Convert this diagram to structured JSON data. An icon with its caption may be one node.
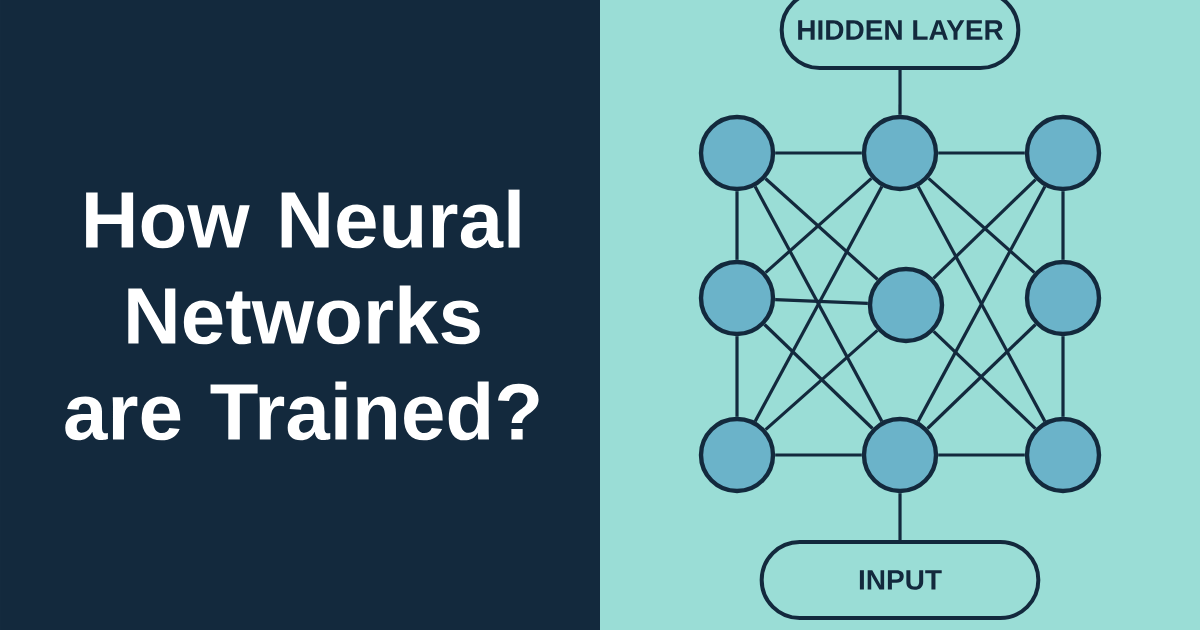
{
  "diagram": {
    "title": "How Neural Networks are Trained?",
    "nodes": [
      {
        "text": [
          "HIDDEN LAYER"
        ]
      },
      {
        "text": [],
        "shape": "circle"
      },
      {
        "text": [],
        "shape": "circle"
      },
      {
        "text": [],
        "shape": "circle"
      },
      {
        "text": [],
        "shape": "circle"
      },
      {
        "text": [],
        "shape": "circle"
      },
      {
        "text": [],
        "shape": "circle"
      },
      {
        "text": [],
        "shape": "circle"
      },
      {
        "text": [],
        "shape": "circle"
      },
      {
        "text": [],
        "shape": "circle"
      },
      {
        "text": [
          "INPUT"
        ]
      }
    ],
    "edges": [
      {
        "from": 0,
        "to": 2,
        "arrow": "none"
      },
      {
        "from": 1,
        "to": 2,
        "arrow": "none"
      },
      {
        "from": 2,
        "to": 3,
        "arrow": "none"
      },
      {
        "from": 1,
        "to": 4,
        "arrow": "none"
      },
      {
        "from": 4,
        "to": 7,
        "arrow": "none"
      },
      {
        "from": 3,
        "to": 6,
        "arrow": "none"
      },
      {
        "from": 6,
        "to": 9,
        "arrow": "none"
      },
      {
        "from": 4,
        "to": 5,
        "arrow": "none"
      },
      {
        "from": 7,
        "to": 8,
        "arrow": "none"
      },
      {
        "from": 8,
        "to": 9,
        "arrow": "none"
      },
      {
        "from": 8,
        "to": 10,
        "arrow": "none"
      },
      {
        "from": 1,
        "to": 5,
        "arrow": "none"
      },
      {
        "from": 1,
        "to": 8,
        "arrow": "none"
      },
      {
        "from": 2,
        "to": 4,
        "arrow": "none"
      },
      {
        "from": 2,
        "to": 7,
        "arrow": "none"
      },
      {
        "from": 2,
        "to": 9,
        "arrow": "none"
      },
      {
        "from": 2,
        "to": 6,
        "arrow": "none"
      },
      {
        "from": 3,
        "to": 5,
        "arrow": "none"
      },
      {
        "from": 3,
        "to": 8,
        "arrow": "none"
      },
      {
        "from": 4,
        "to": 8,
        "arrow": "none"
      },
      {
        "from": 5,
        "to": 7,
        "arrow": "none"
      },
      {
        "from": 5,
        "to": 9,
        "arrow": "none"
      },
      {
        "from": 6,
        "to": 8,
        "arrow": "none"
      }
    ]
  }
}
